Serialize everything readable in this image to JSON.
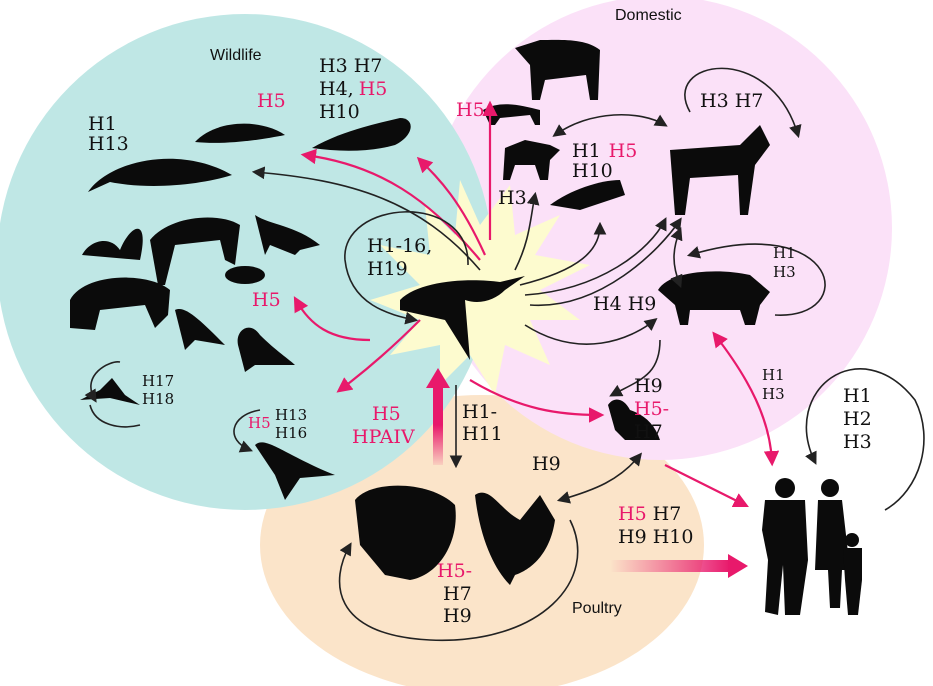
{
  "regions": {
    "wildlife": "Wildlife",
    "domestic": "Domestic",
    "poultry": "Poultry"
  },
  "colors": {
    "wildlife_bg": "#bfe7e5",
    "domestic_bg": "#fbe1f8",
    "poultry_bg": "#fbe4c9",
    "source_glow": "#fdfbcf",
    "highlight": "#e8196b",
    "arrow": "#222222"
  },
  "labels": {
    "whale": [
      "H1",
      "H13"
    ],
    "dolphin": "H5",
    "seal": {
      "line1": "H3 H7",
      "line2a": "H4,",
      "line2b": "H5",
      "line3": "H10"
    },
    "rodent": "H5",
    "bat": [
      "H17",
      "H18"
    ],
    "gull": {
      "pink": "H5",
      "line1": "H13",
      "line2": "H16"
    },
    "wild_duck": [
      "H1-16,",
      "H19"
    ],
    "duck_to_poultry_up": [
      "H5",
      "HPAIV"
    ],
    "duck_to_poultry_down": [
      "H1-",
      "H11"
    ],
    "cat": "H5",
    "dog": "H3",
    "ferret": {
      "line1a": "H1",
      "line1b": "H5",
      "line2": "H10"
    },
    "horse": "H3 H7",
    "pig_loop": [
      "H1",
      "H3"
    ],
    "pig_in": "H4 H9",
    "quail": {
      "line1": "H9",
      "line2": "H5-",
      "line3": "H7"
    },
    "quail_poultry": "H9",
    "pig_human": [
      "H1",
      "H3"
    ],
    "human_loop": [
      "H1",
      "H2",
      "H3"
    ],
    "poultry_human": {
      "line1a": "H5",
      "line1b": "H7",
      "line2": "H9 H10"
    },
    "poultry_loop": {
      "pink": "H5-",
      "line2": "H7",
      "line3": "H9"
    }
  }
}
